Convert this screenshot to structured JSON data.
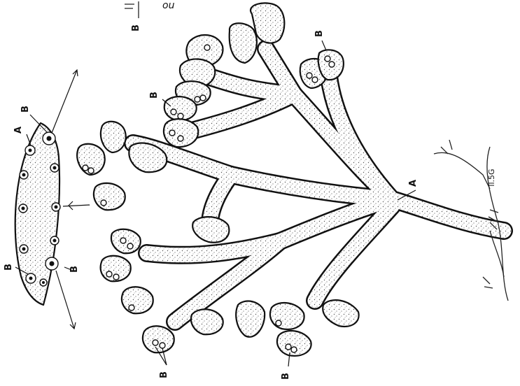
{
  "labels": {
    "cystocarp": "B",
    "main_axis": "A",
    "scale_note": "ll.5G",
    "top_scribble": "ou"
  }
}
